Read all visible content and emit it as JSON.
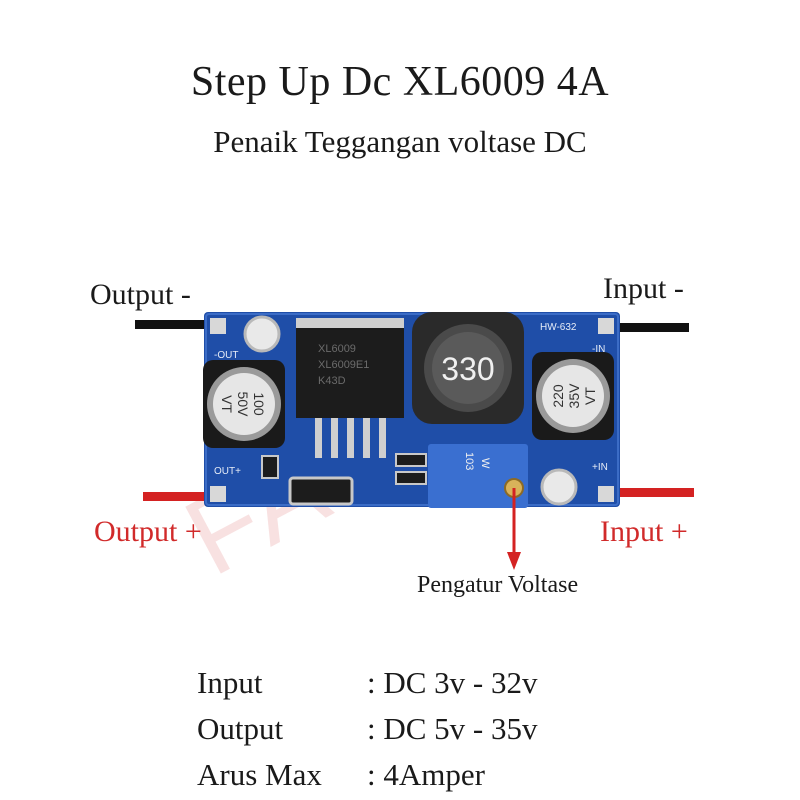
{
  "header": {
    "title": "Step Up Dc XL6009 4A",
    "subtitle": "Penaik Teggangan voltase DC"
  },
  "watermark": "FAIR",
  "labels": {
    "output_neg": "Output -",
    "input_neg": "Input -",
    "output_pos": "Output +",
    "input_pos": "Input +",
    "voltage_adjust": "Pengatur Voltase"
  },
  "board": {
    "ic_text": [
      "XL6009",
      "XL6009E1",
      "K43D"
    ],
    "inductor_text": "330",
    "cap_left": [
      "100",
      "50V",
      "VT"
    ],
    "cap_right": [
      "220",
      "35V",
      "VT"
    ],
    "pot_text": [
      "103",
      "W"
    ],
    "pad_out_neg": "-OUT",
    "pad_out_pos": "OUT+",
    "pad_in_neg": "-IN",
    "pad_in_pos": "+IN",
    "model_text": "HW-632"
  },
  "specs": [
    {
      "key": "Input",
      "value": ": DC 3v - 32v"
    },
    {
      "key": "Output",
      "value": ": DC 5v - 35v"
    },
    {
      "key": "Arus Max",
      "value": ": 4Amper"
    }
  ],
  "colors": {
    "pcb": "#1f4ea8",
    "wire_neg": "#111111",
    "wire_pos": "#d42222",
    "pot": "#3a6fd0"
  }
}
